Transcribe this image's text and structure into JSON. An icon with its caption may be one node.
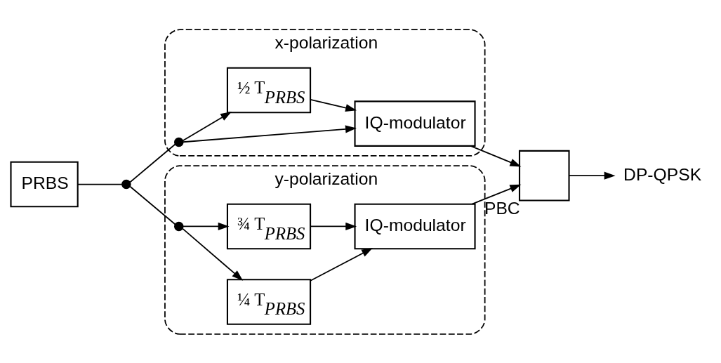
{
  "diagram": {
    "nodes": [
      {
        "text": [
          "x-polarization"
        ]
      },
      {
        "text": [],
        "shape": "circle",
        "in": 0
      },
      {
        "text": [
          "IQ-modulator"
        ],
        "in": 0
      },
      {
        "text": [
          "½ T$_{PRBS}$"
        ],
        "in": 0
      },
      {
        "text": [
          "PRBS"
        ]
      },
      {
        "text": [],
        "shape": "circle"
      },
      {
        "text": [
          "y-polarization"
        ]
      },
      {
        "text": [],
        "shape": "circle",
        "in": 6
      },
      {
        "text": [
          "¼ T$_{PRBS}$"
        ],
        "in": 6
      },
      {
        "text": [
          "IQ-modulator"
        ],
        "in": 6
      },
      {
        "text": [
          "¾ T$_{PRBS}$"
        ],
        "in": 6
      },
      {
        "text": [],
        "shape": "box",
        "beside": [
          "PBC"
        ]
      },
      {
        "text": [
          "DP-QPSK"
        ]
      }
    ],
    "edges": [
      {
        "from": 4,
        "to": 5,
        "arrow": "none"
      },
      {
        "from": 5,
        "to": 1,
        "arrow": "none"
      },
      {
        "from": 5,
        "to": 7,
        "arrow": "none"
      },
      {
        "from": 1,
        "to": 2,
        "arrow": "to"
      },
      {
        "from": 1,
        "to": 3,
        "arrow": "to"
      },
      {
        "from": 3,
        "to": 2,
        "arrow": "to"
      },
      {
        "from": 7,
        "to": 8,
        "arrow": "to"
      },
      {
        "from": 7,
        "to": 10,
        "arrow": "to"
      },
      {
        "from": 8,
        "to": 9,
        "arrow": "to"
      },
      {
        "from": 10,
        "to": 9,
        "arrow": "to"
      },
      {
        "from": 2,
        "to": 11,
        "arrow": "to"
      },
      {
        "from": 9,
        "to": 11,
        "arrow": "to"
      },
      {
        "from": 11,
        "to": 12,
        "arrow": "to"
      }
    ]
  }
}
